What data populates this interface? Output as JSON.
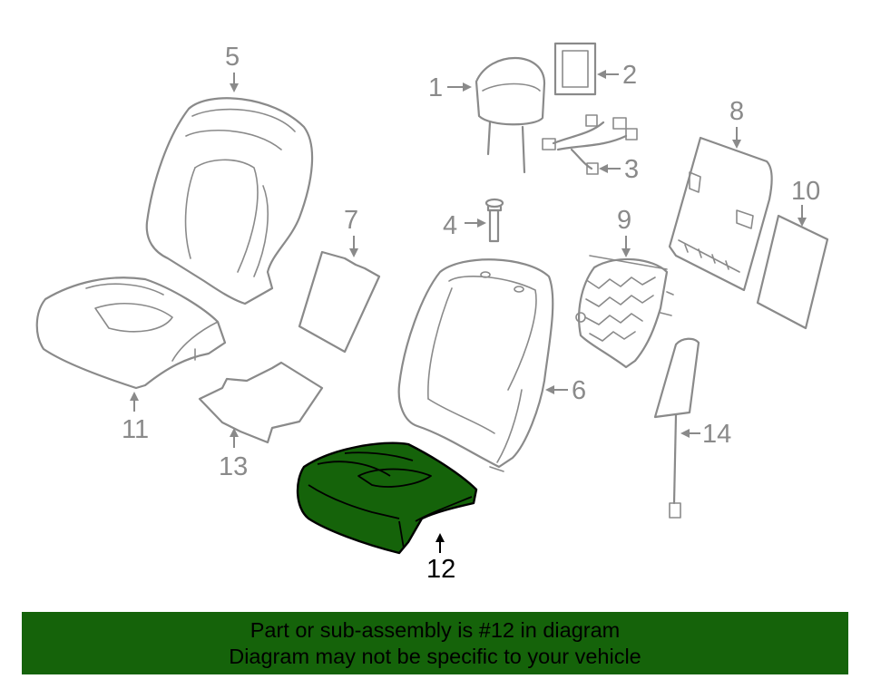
{
  "callouts": {
    "c1": "1",
    "c2": "2",
    "c3": "3",
    "c4": "4",
    "c5": "5",
    "c6": "6",
    "c7": "7",
    "c8": "8",
    "c9": "9",
    "c10": "10",
    "c11": "11",
    "c12": "12",
    "c13": "13",
    "c14": "14"
  },
  "highlighted_part": "12",
  "colors": {
    "highlight_fill": "#15630a",
    "line_gray": "#8a8a8a",
    "banner_bg": "#15630a"
  },
  "banner": {
    "line1": "Part or sub-assembly is #12 in diagram",
    "line2": "Diagram may not be specific to your vehicle"
  }
}
